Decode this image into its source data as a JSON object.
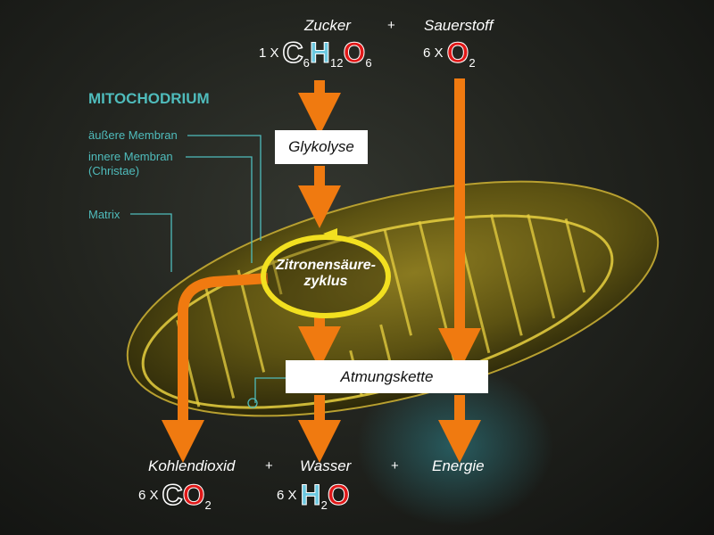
{
  "title": "MITOCHODRIUM",
  "labels": {
    "outer_membrane": "äußere Membran",
    "inner_membrane": "innere Membran",
    "inner_membrane_sub": "(Christae)",
    "matrix": "Matrix"
  },
  "inputs": {
    "sugar": {
      "name": "Zucker",
      "count": "1 X",
      "formula": [
        "C",
        "6",
        "H",
        "12",
        "O",
        "6"
      ]
    },
    "plus": "+",
    "oxygen": {
      "name": "Sauerstoff",
      "count": "6 X",
      "formula": [
        "O",
        "2"
      ]
    }
  },
  "processes": {
    "glycolysis": "Glykolyse",
    "citric_cycle_line1": "Zitronensäure-",
    "citric_cycle_line2": "zyklus",
    "respiratory_chain": "Atmungskette"
  },
  "outputs": {
    "co2": {
      "name": "Kohlendioxid",
      "count": "6 X",
      "formula": [
        "C",
        "O",
        "2"
      ]
    },
    "plus1": "+",
    "water": {
      "name": "Wasser",
      "count": "6 X",
      "formula": [
        "H",
        "2",
        "O"
      ]
    },
    "plus2": "+",
    "energy": {
      "name": "Energie"
    }
  },
  "colors": {
    "arrow": "#f07a10",
    "teal": "#4fbcbc",
    "membrane": "#e8d040",
    "cycle": "#f2e020"
  }
}
